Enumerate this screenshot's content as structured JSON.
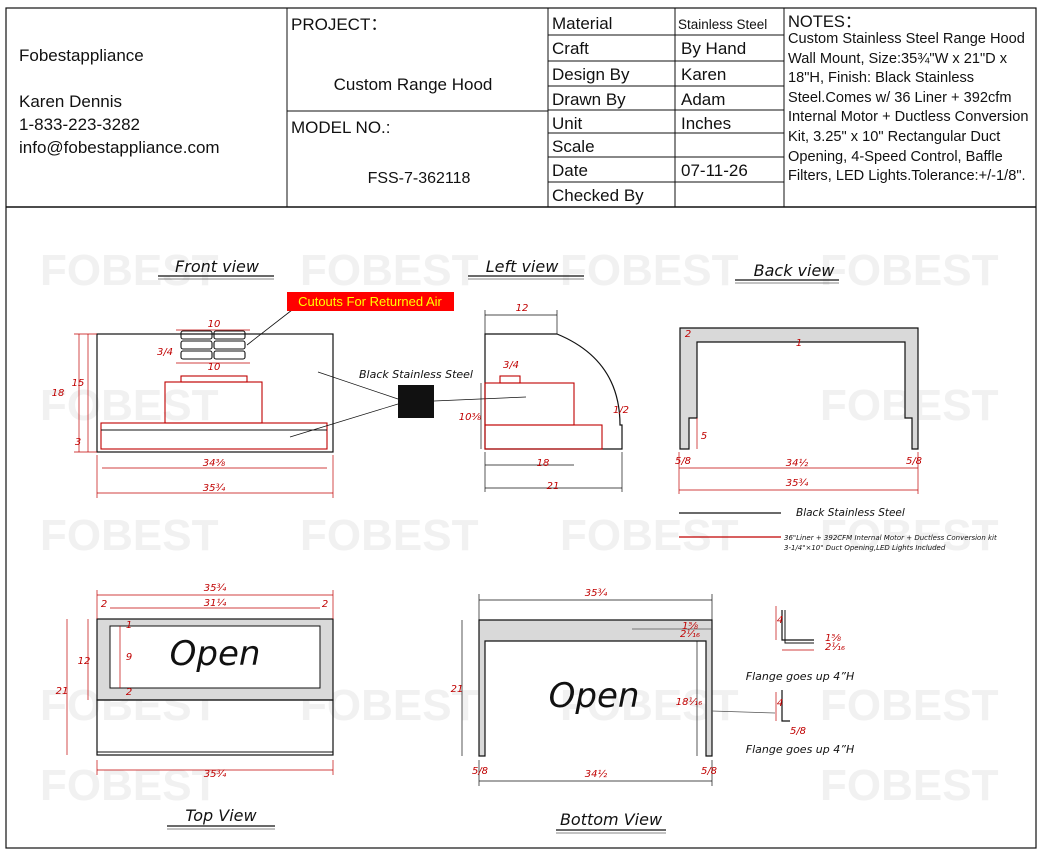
{
  "company": {
    "name": "Fobestappliance",
    "contact": "Karen Dennis",
    "phone": "1-833-223-3282",
    "email": "info@fobestappliance.com"
  },
  "project": {
    "label": "PROJECT：",
    "name": "Custom Range Hood",
    "model_label": "MODEL NO.:",
    "model": "FSS-7-362118"
  },
  "specs": [
    {
      "label": "Material",
      "value": "Stainless Steel"
    },
    {
      "label": "Craft",
      "value": "By Hand"
    },
    {
      "label": "Design By",
      "value": "Karen"
    },
    {
      "label": "Drawn By",
      "value": "Adam"
    },
    {
      "label": "Unit",
      "value": "Inches"
    },
    {
      "label": "Scale",
      "value": ""
    },
    {
      "label": "Date",
      "value": "07-11-26"
    },
    {
      "label": "Checked By",
      "value": ""
    }
  ],
  "notes": {
    "heading": "NOTES：",
    "text": "Custom Stainless Steel Range Hood Wall Mount, Size:35¾\"W x 21\"D x 18\"H, Finish: Black Stainless Steel.Comes w/ 36 Liner + 392cfm Internal Motor + Ductless Conversion Kit, 3.25\" x 10\" Rectangular Duct Opening, 4-Speed Control, Baffle Filters, LED Lights.Tolerance:+/-1/8\"."
  },
  "views": {
    "front": "Front view",
    "left": "Left view",
    "back": "Back view",
    "top": "Top View",
    "bottom": "Bottom View"
  },
  "callouts": {
    "cutouts": "Cutouts For Returned Air",
    "material_swatch": "Black Stainless Steel",
    "top_open": "Open",
    "bottom_open": "Open",
    "flange_1": "Flange goes up 4”H",
    "flange_2": "Flange goes up 4”H"
  },
  "legend": {
    "line_1": "Black Stainless Steel",
    "line_2a": "36\"Liner + 392CFM Internal Motor + Ductless Conversion kit",
    "line_2b": "3-1/4\"×10\" Duct Opening,LED Lights Included"
  },
  "watermark": "FOBEST",
  "colors": {
    "line": "#111111",
    "dimension": "#c00000",
    "callout_bg": "#ff0000",
    "callout_text": "#ffff00",
    "swatch": "#111111",
    "steel_fill": "#d9d9d9"
  },
  "dimensions": {
    "front": {
      "vent_w": "10",
      "vent_w2": "10",
      "vent_h": "3/4",
      "h_total": "18",
      "h_upper": "15",
      "h_lower": "3",
      "w_inner": "34⅜",
      "w_outer": "35¾"
    },
    "left": {
      "top_w": "12",
      "motor_w": "3/4",
      "liner_h": "10⅜",
      "tip": "1/2",
      "liner_d": "18",
      "depth": "21"
    },
    "back": {
      "t_left": "2",
      "t_top": "1",
      "leg_h": "5",
      "leg_l": "5/8",
      "leg_r": "5/8",
      "inner_w": "34½",
      "outer_w": "35¾"
    },
    "top": {
      "w_outer": "35¾",
      "w_inner": "31¼",
      "side_l": "2",
      "side_r": "2",
      "front_t": "1",
      "open_h": "9",
      "back_t": "2",
      "d_open": "12",
      "d_total": "21",
      "bottom_w": "35¾"
    },
    "bottom": {
      "w_top": "35¾",
      "front_t": "1⅝",
      "front_t2": "2¹⁄₁₆",
      "depth": "21",
      "side_h": "18¹⁄₁₆",
      "leg_l": "5/8",
      "inner_w": "34½",
      "leg_r": "5/8"
    },
    "flange": {
      "h1": "4",
      "w1": "1⅝",
      "w1b": "2¹⁄₁₆",
      "h2": "4",
      "w2": "5/8"
    }
  }
}
